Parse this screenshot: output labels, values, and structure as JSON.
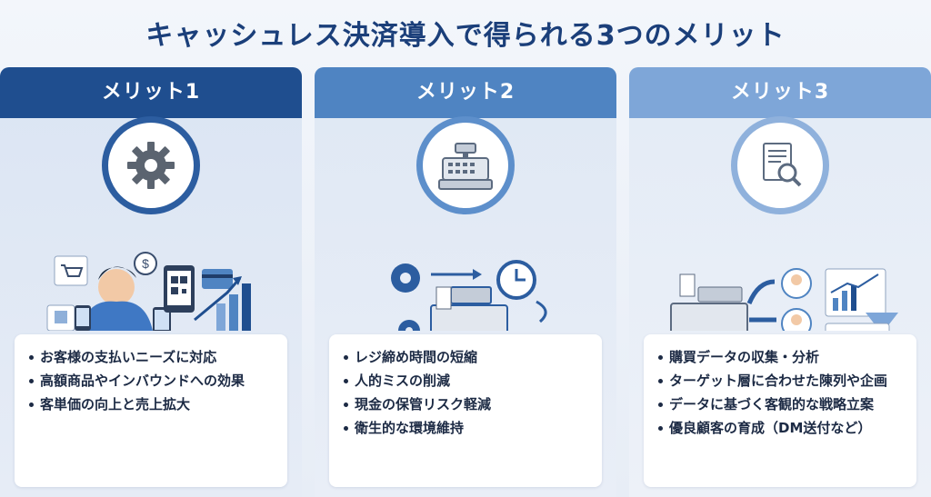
{
  "title": "キャッシュレス決済導入で得られる3つのメリット",
  "columns": [
    {
      "heading": "メリット1",
      "icon": "gear-icon",
      "items": [
        "お客様の支払いニーズに対応",
        "高額商品やインバウンドへの効果",
        "客単価の向上と売上拡大"
      ]
    },
    {
      "heading": "メリット2",
      "icon": "cash-register-icon",
      "items": [
        "レジ締め時間の短縮",
        "人的ミスの削減",
        "現金の保管リスク軽減",
        "衛生的な環境維持"
      ]
    },
    {
      "heading": "メリット3",
      "icon": "document-search-icon",
      "items": [
        "購買データの収集・分析",
        "ターゲット層に合わせた陳列や企画",
        "データに基づく客観的な戦略立案",
        "優良顧客の育成（DM送付など）"
      ]
    }
  ]
}
